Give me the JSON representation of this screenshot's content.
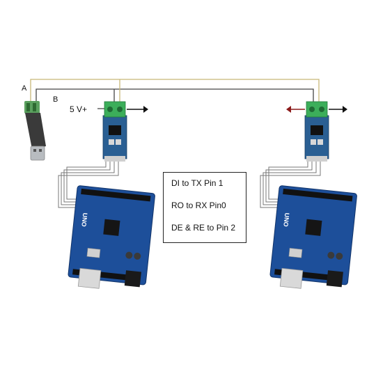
{
  "labels": {
    "wire_a": "A",
    "wire_b": "B",
    "power": "5 V+"
  },
  "notes": [
    "DI to TX Pin 1",
    "RO to RX Pin0",
    "DE & RE to Pin 2"
  ],
  "boards": {
    "silkscreen": "UNO"
  },
  "colors": {
    "board_blue": "#1d4f9a",
    "terminal_green": "#3cae5a",
    "module_blue": "#2a5f93",
    "usb_dongle": "#3a3a3a",
    "wire": "#555555"
  }
}
